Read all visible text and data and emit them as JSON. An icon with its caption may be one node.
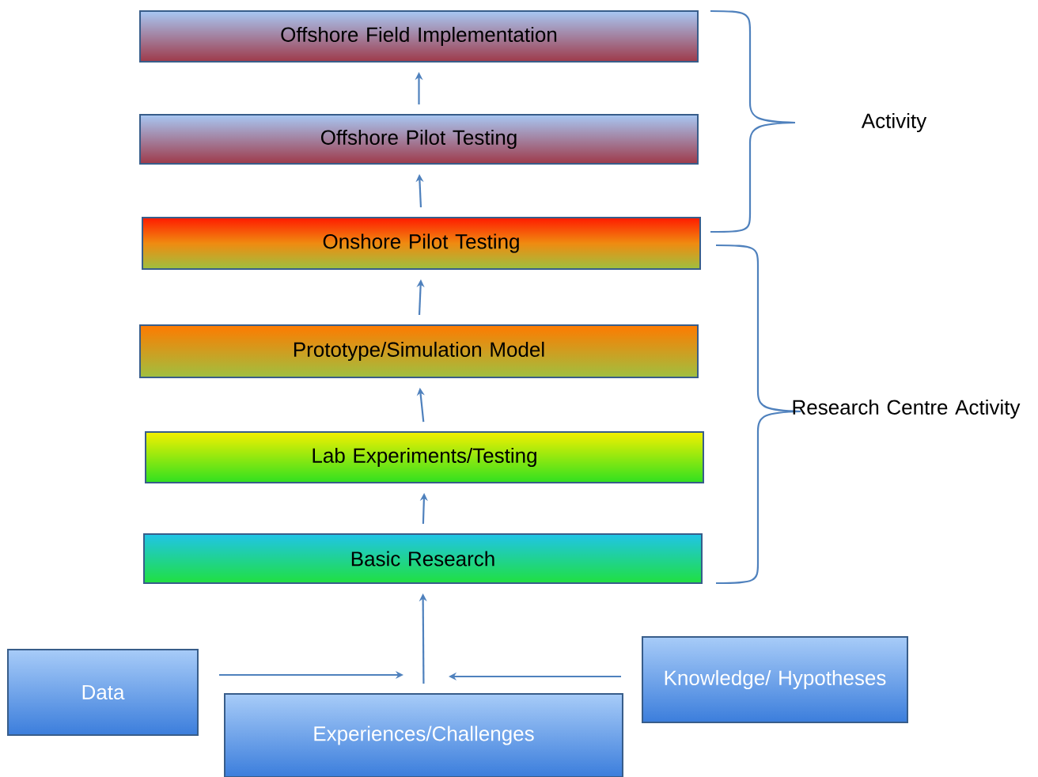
{
  "diagram": {
    "nodes": [
      {
        "text": [
          "Offshore Field Implementation"
        ]
      },
      {
        "text": [
          "Offshore Pilot Testing"
        ]
      },
      {
        "text": [
          "Onshore Pilot Testing"
        ]
      },
      {
        "text": [
          "Prototype/Simulation Model"
        ]
      },
      {
        "text": [
          "Lab Experiments/Testing"
        ]
      },
      {
        "text": [
          "Basic Research"
        ]
      },
      {
        "text": [
          "Data"
        ]
      },
      {
        "text": [
          "Experiences/Challenges"
        ]
      },
      {
        "text": [
          "Knowledge/ Hypotheses"
        ]
      }
    ],
    "edges": [
      {
        "from": 1,
        "to": 0,
        "arrow": "to"
      },
      {
        "from": 2,
        "to": 1,
        "arrow": "to"
      },
      {
        "from": 3,
        "to": 2,
        "arrow": "to"
      },
      {
        "from": 4,
        "to": 3,
        "arrow": "to"
      },
      {
        "from": 5,
        "to": 4,
        "arrow": "to"
      },
      {
        "from": 7,
        "to": 5,
        "arrow": "to"
      },
      {
        "from": 6,
        "to": null,
        "arrow": "to"
      },
      {
        "from": 8,
        "to": null,
        "arrow": "to"
      }
    ],
    "labels": [
      "Activity",
      "Research Centre Activity"
    ]
  }
}
